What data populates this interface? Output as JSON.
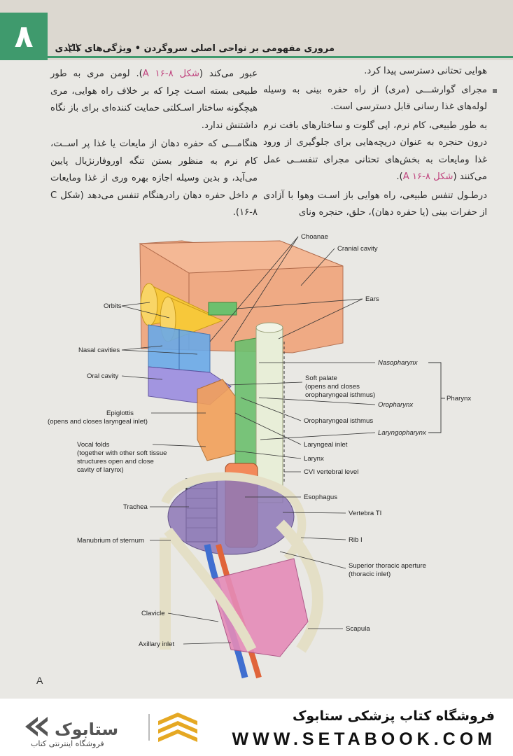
{
  "header": {
    "chapter_number": "۸",
    "page_number": "۲۱",
    "title": "مروری مفهومی بر نواحی اصلی سروگردن • ویژگی‌های کلیدی"
  },
  "text_right": {
    "p1": "هوایی تحتانی دسترسی پیدا کرد.",
    "bullet": "مجرای گوارشـــی (مری) از راه حفره بینی به وسیله لوله‌های غذا رسانی قابل دسترسی است.",
    "p2_before": "به طور طبیعی، کام نرم، اپی گلوت و ساختارهای بافت نرم درون حنجره به عنوان دریچه‌هایی برای جلوگیری از ورود غذا ومایعات به بخش‌های تحتانی مجرای تنفســی عمل می‌کنند (",
    "p2_ref": "شکل A ۱۶-۸",
    "p2_after": ").",
    "p3": "درطـول تنفس طبیعی، راه هوایی باز اسـت وهوا با آزادی از حفرات بینی (یا حفره دهان)، حلق، حنجره ونای"
  },
  "text_left": {
    "p1_before": "عبور می‌کند (",
    "p1_ref": "شکل A ۱۶-۸",
    "p1_after": "). لومن مری به طور طبیعی بسته اسـت چرا که بر خلاف راه هوایی، مری هیچگونه ساختار اسـکلتی حمایت کننده‌ای برای باز نگاه داشتنش ندارد.",
    "p2": "هنگامـــی که حفره دهان از مایعات یا غذا پر اســت، کام نرم به منظور بستن تنگه اوروفارنژیال پایین می‌آید، و بدین وسیله اجازه بهره وری از غذا ومایعات م داخل حفره دهان رادرهنگام تنفس می‌دهد (شکل C ۱۶-۸)."
  },
  "figure": {
    "panel_label": "A",
    "labels": {
      "choanae": "Choanae",
      "cranial_cavity": "Cranial cavity",
      "ears": "Ears",
      "orbits": "Orbits",
      "nasal_cavities": "Nasal cavities",
      "oral_cavity": "Oral cavity",
      "nasopharynx": "Nasopharynx",
      "soft_palate_1": "Soft palate",
      "soft_palate_2": "(opens and closes",
      "soft_palate_3": "oropharyngeal isthmus)",
      "oropharynx": "Oropharynx",
      "pharynx": "Pharynx",
      "oropharyngeal_isthmus": "Oropharyngeal isthmus",
      "epiglottis_1": "Epiglottis",
      "epiglottis_2": "(opens and closes laryngeal inlet)",
      "laryngopharynx": "Laryngopharynx",
      "laryngeal_inlet": "Laryngeal inlet",
      "vocal_folds_1": "Vocal folds",
      "vocal_folds_2": "(together with other soft tissue",
      "vocal_folds_3": "structures open and close",
      "vocal_folds_4": "cavity of larynx)",
      "larynx": "Larynx",
      "cvi": "CVI vertebral level",
      "esophagus": "Esophagus",
      "trachea": "Trachea",
      "vertebra_ti": "Vertebra TI",
      "manubrium": "Manubrium of sternum",
      "rib_i": "Rib I",
      "superior_aperture_1": "Superior thoracic aperture",
      "superior_aperture_2": "(thoracic inlet)",
      "clavicle": "Clavicle",
      "scapula": "Scapula",
      "axillary_inlet": "Axillary inlet"
    }
  },
  "footer": {
    "store_name": "فروشگاه کتاب پزشکی ستابوک",
    "url": "WWW.SETABOOK.COM",
    "logo_text": "ستابوک",
    "logo_subtitle": "فروشگاه اینترنتی کتاب"
  },
  "colors": {
    "chapter_green": "#3f9a6d",
    "figure_ref": "#c0457f",
    "cranial": "#f0a57c",
    "orbit": "#f7c83a",
    "nasal": "#6aa9e8",
    "oral": "#9d8ee0",
    "airway_green": "#6cc06e",
    "larynx_orange": "#f2a05a",
    "thorax_purple": "#8e78b8",
    "logo_gold": "#e5a823"
  }
}
